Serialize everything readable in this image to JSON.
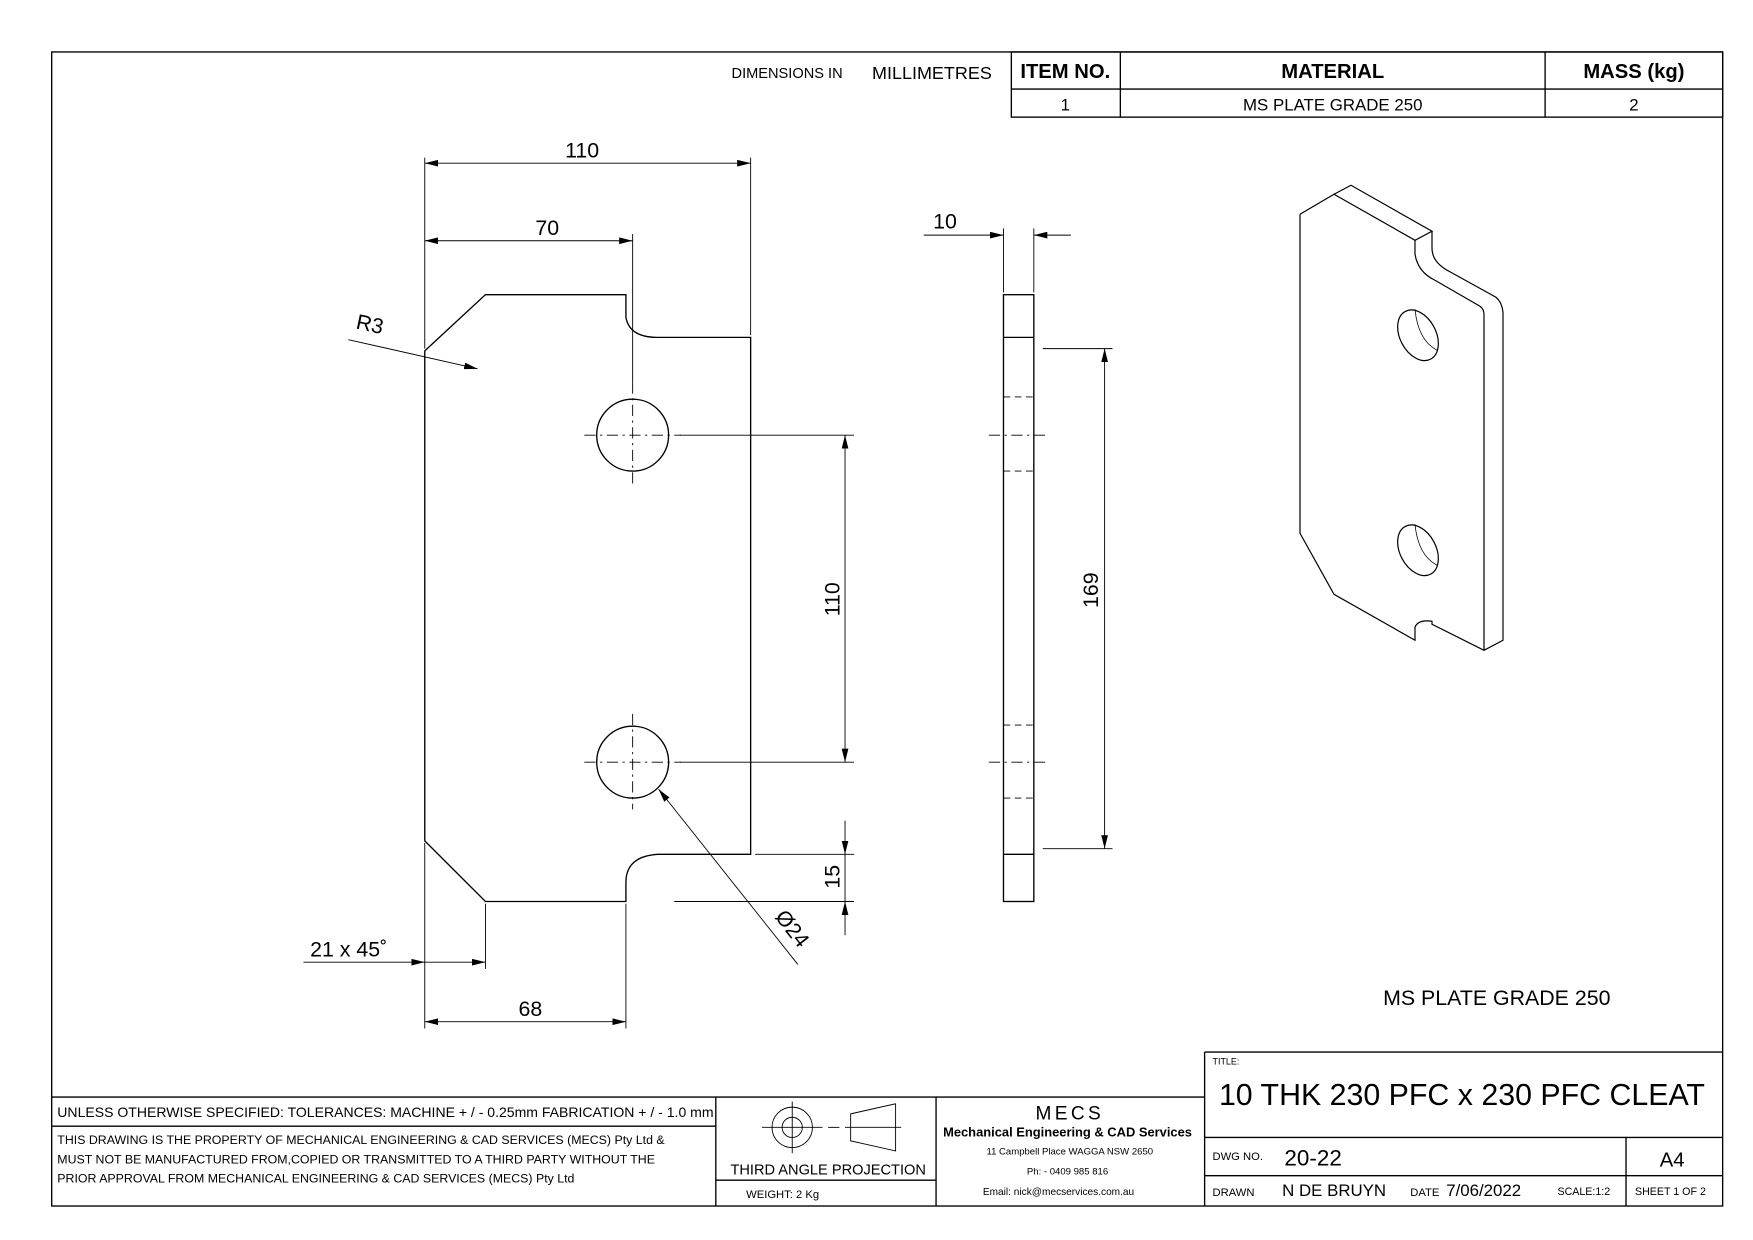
{
  "header": {
    "dimensions_label": "DIMENSIONS IN",
    "dimensions_unit": "MILLIMETRES"
  },
  "bom": {
    "columns": [
      "ITEM NO.",
      "MATERIAL",
      "MASS (kg)"
    ],
    "rows": [
      [
        "1",
        "MS PLATE GRADE 250",
        "2"
      ]
    ]
  },
  "front_view": {
    "dims": {
      "overall_width": "110",
      "hole_offset": "70",
      "radius": "R3",
      "hole_spacing": "110",
      "notch": "15",
      "hole_dia": "Ø24",
      "chamfer": "21 x 45˚",
      "bottom_width": "68"
    }
  },
  "side_view": {
    "dims": {
      "thickness": "10",
      "length": "169"
    }
  },
  "iso_view": {
    "material_note": "MS PLATE GRADE 250"
  },
  "title_block": {
    "tolerances": "UNLESS OTHERWISE SPECIFIED: TOLERANCES: MACHINE + / - 0.25mm  FABRICATION + / - 1.0 mm",
    "property_lines": [
      "THIS DRAWING IS THE PROPERTY OF MECHANICAL ENGINEERING & CAD SERVICES (MECS) Pty Ltd &",
      "MUST NOT BE MANUFACTURED FROM,COPIED OR TRANSMITTED TO A THIRD PARTY WITHOUT THE",
      "PRIOR APPROVAL FROM MECHANICAL ENGINEERING & CAD SERVICES (MECS) Pty Ltd"
    ],
    "projection": "THIRD ANGLE PROJECTION",
    "weight": "WEIGHT: 2 Kg",
    "company": {
      "logo": "MECS",
      "name": "Mechanical Engineering & CAD Services",
      "address": "11 Campbell Place WAGGA NSW 2650",
      "phone": "Ph: - 0409 985 816",
      "email": "Email: nick@mecservices.com.au"
    },
    "title_label": "TITLE:",
    "title": "10 THK 230 PFC x 230 PFC CLEAT",
    "dwg_no_label": "DWG NO.",
    "dwg_no": "20-22",
    "size": "A4",
    "drawn_label": "DRAWN",
    "drawn": "N DE BRUYN",
    "date_label": "DATE",
    "date": "7/06/2022",
    "scale": "SCALE:1:2",
    "sheet": "SHEET 1 OF 2"
  }
}
